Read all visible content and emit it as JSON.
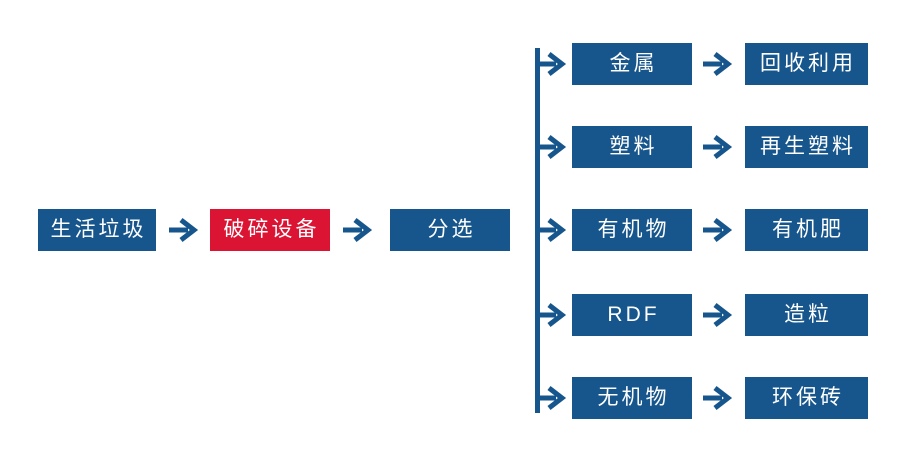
{
  "colors": {
    "background": "#FFFFFF",
    "node_blue": "#17568C",
    "node_red": "#DC1433",
    "connector": "#17568C",
    "node_text": "#FFFFFF"
  },
  "flow": {
    "main": [
      {
        "label": "生活垃圾",
        "style": "blue"
      },
      {
        "label": "破碎设备",
        "style": "red"
      },
      {
        "label": "分选",
        "style": "blue"
      }
    ],
    "branches": [
      {
        "source": "金属",
        "result": "回收利用"
      },
      {
        "source": "塑料",
        "result": "再生塑料"
      },
      {
        "source": "有机物",
        "result": "有机肥"
      },
      {
        "source": "RDF",
        "result": "造粒"
      },
      {
        "source": "无机物",
        "result": "环保砖"
      }
    ]
  }
}
